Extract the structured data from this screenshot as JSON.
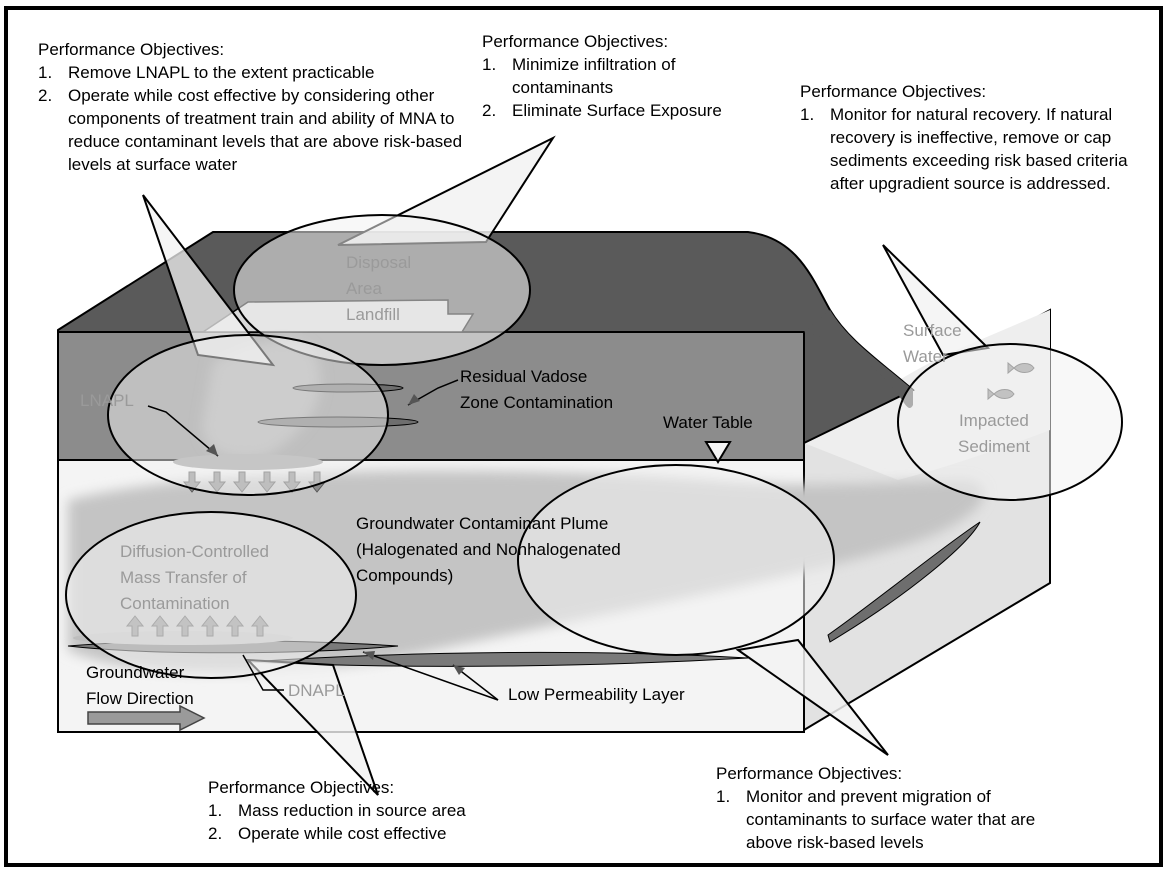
{
  "objectives": {
    "source_lnapl": {
      "heading": "Performance Objectives:",
      "items": [
        {
          "num": "1.",
          "text": "Remove LNAPL to the extent practicable"
        },
        {
          "num": "2.",
          "text": "Operate while cost effective by considering other components of treatment train and ability of MNA to reduce contaminant levels that are above risk-based levels at surface water"
        }
      ]
    },
    "landfill": {
      "heading": "Performance Objectives:",
      "items": [
        {
          "num": "1.",
          "text": "Minimize infiltration of contaminants"
        },
        {
          "num": "2.",
          "text": "Eliminate Surface Exposure"
        }
      ]
    },
    "sediment": {
      "heading": "Performance Objectives:",
      "items": [
        {
          "num": "1.",
          "text": "Monitor for natural recovery.  If natural recovery is ineffective, remove or cap sediments exceeding risk based criteria after upgradient source is addressed."
        }
      ]
    },
    "source_dnapl": {
      "heading": "Performance Objectives:",
      "items": [
        {
          "num": "1.",
          "text": "Mass reduction in source area"
        },
        {
          "num": "2.",
          "text": "Operate while cost effective"
        }
      ]
    },
    "plume": {
      "heading": "Performance Objectives:",
      "items": [
        {
          "num": "1.",
          "text": "Monitor and prevent migration of contaminants to surface water that are above risk-based levels"
        }
      ]
    }
  },
  "labels": {
    "disposal_area": "Disposal\nArea\nLandfill",
    "surface_water": "Surface\nWater",
    "impacted_sediment": "Impacted\nSediment",
    "lnapl": "LNAPL",
    "residual_vadose": "Residual Vadose\nZone Contamination",
    "water_table": "Water Table",
    "gw_plume": "Groundwater Contaminant Plume\n(Halogenated and Nonhalogenated\nCompounds)",
    "diffusion": "Diffusion-Controlled\nMass Transfer of\nContamination",
    "gw_flow": "Groundwater\nFlow Direction",
    "dnapl": "DNAPL",
    "low_perm": "Low Permeability Layer"
  },
  "colors": {
    "frame": "#000000",
    "landfill_top": "#5a5a5a",
    "vadose_zone": "#8c8c8c",
    "saturated_zone": "#f4f4f4",
    "side_face": "#e0e0e0",
    "plume": "#c4c4c4",
    "callout_fill": "#f2f2f2",
    "low_perm_layer": "#7a7a7a",
    "arrow": "#9a9a9a"
  }
}
